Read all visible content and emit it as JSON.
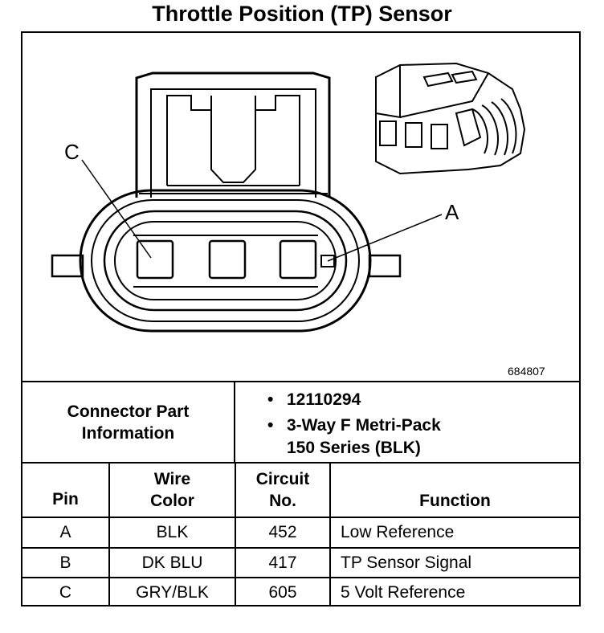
{
  "title": "Throttle Position (TP) Sensor",
  "figure": {
    "id": "684807",
    "callout_c": "C",
    "callout_a": "A"
  },
  "connector": {
    "label_line1": "Connector Part",
    "label_line2": "Information",
    "part_number": "12110294",
    "type_line1": "3-Way F Metri-Pack",
    "type_line2": "150 Series (BLK)"
  },
  "table": {
    "headers": {
      "pin": "Pin",
      "wire_color_line1": "Wire",
      "wire_color_line2": "Color",
      "circuit_line1": "Circuit",
      "circuit_line2": "No.",
      "function": "Function"
    },
    "rows": [
      {
        "pin": "A",
        "wire_color": "BLK",
        "circuit": "452",
        "function": "Low Reference"
      },
      {
        "pin": "B",
        "wire_color": "DK BLU",
        "circuit": "417",
        "function": "TP Sensor Signal"
      },
      {
        "pin": "C",
        "wire_color": "GRY/BLK",
        "circuit": "605",
        "function": "5 Volt Reference"
      }
    ]
  }
}
